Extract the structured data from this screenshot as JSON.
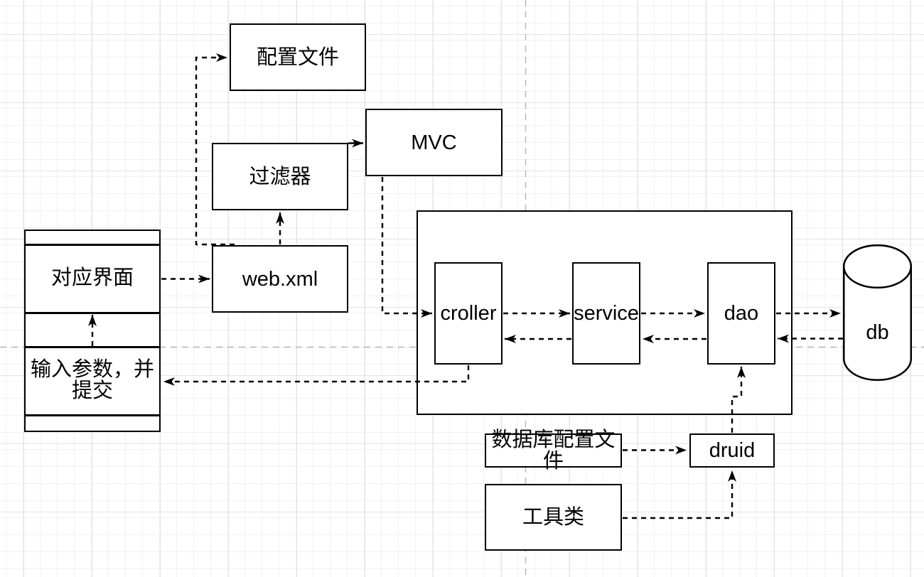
{
  "diagram": {
    "title": "web app architecture diagram",
    "nodes": {
      "config_file": {
        "label": "配置文件"
      },
      "mvc": {
        "label": "MVC"
      },
      "filter": {
        "label": "过滤器"
      },
      "web_xml": {
        "label": "web.xml"
      },
      "ui_panel": {
        "label": "对应界面"
      },
      "input_submit": {
        "line1": "输入参数，并",
        "line2": "提交"
      },
      "croller": {
        "label": "croller"
      },
      "service": {
        "label": "service"
      },
      "dao": {
        "label": "dao"
      },
      "db": {
        "label": "db"
      },
      "db_config": {
        "line1": "数据库配置文",
        "line2": "件"
      },
      "druid": {
        "label": "druid"
      },
      "utils": {
        "label": "工具类"
      }
    },
    "edges": [
      {
        "from": "web_xml",
        "to": "config_file",
        "style": "dashed"
      },
      {
        "from": "filter",
        "to": "mvc",
        "style": "solid"
      },
      {
        "from": "web_xml",
        "to": "filter",
        "style": "dashed"
      },
      {
        "from": "ui_panel",
        "to": "web_xml",
        "style": "dashed"
      },
      {
        "from": "mvc",
        "to": "croller",
        "style": "dashed"
      },
      {
        "from": "input_submit",
        "to": "ui_panel",
        "style": "dashed"
      },
      {
        "from": "croller",
        "to": "service",
        "style": "dashed"
      },
      {
        "from": "service",
        "to": "croller",
        "style": "dashed"
      },
      {
        "from": "service",
        "to": "dao",
        "style": "dashed"
      },
      {
        "from": "dao",
        "to": "service",
        "style": "dashed"
      },
      {
        "from": "dao",
        "to": "db",
        "style": "dashed"
      },
      {
        "from": "db",
        "to": "dao",
        "style": "dashed"
      },
      {
        "from": "croller",
        "to": "input_submit",
        "style": "dashed"
      },
      {
        "from": "db_config",
        "to": "druid",
        "style": "dashed"
      },
      {
        "from": "utils",
        "to": "druid",
        "style": "dashed"
      },
      {
        "from": "druid",
        "to": "dao",
        "style": "dashed"
      }
    ],
    "colors": {
      "stroke": "#000000",
      "fill": "#ffffff",
      "page_guide": "#b3b3b3",
      "grid_minor": "#f1f1f1",
      "grid_major": "#e4e4e4"
    }
  }
}
